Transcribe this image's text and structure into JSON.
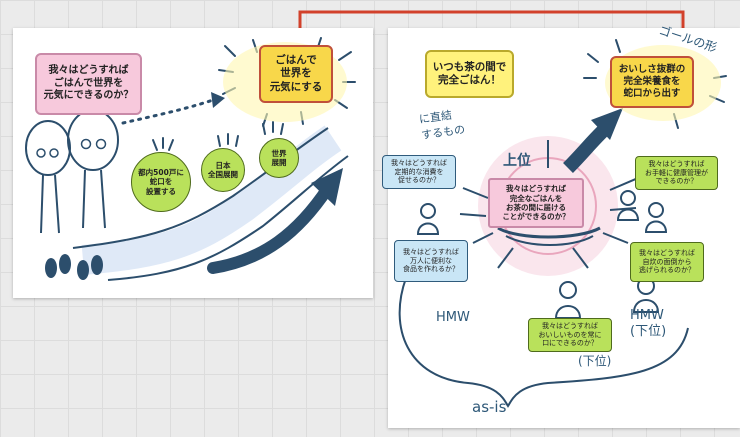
{
  "left_panel": {
    "question": "我々はどうすれば\nごはんで世界を\n元気にできるのか？",
    "goal": "ごはんで\n世界を\n元気にする",
    "steps": [
      "都内500戸に\n蛇口を\n設置する",
      "日本\n全国展開",
      "世界\n展開"
    ]
  },
  "right_panel": {
    "top_bubble": "いつも茶の間で\n完全ごはん！",
    "goal": "おいしさ抜群の\n完全栄養食を\n蛇口から出す",
    "goal_annotation": "ゴールの形",
    "direct_annotation": "に直結\nするもの",
    "upper_label": "上位",
    "center": "我々はどうすれば\n完全なごはんを\nお茶の間に届ける\nことができるのか？",
    "hmw_items": [
      "我々はどうすれば\n定期的な消費を\n促せるのか？",
      "我々はどうすれば\n万人に便利な\n食品を作れるか？",
      "我々はどうすれば\nお手軽に健康管理が\nできるのか？",
      "我々はどうすれば\n自炊の面倒から\n逃げられるのか？",
      "我々はどうすれば\nおいしいものを常に\n口にできるのか？"
    ],
    "hmw_label_left": "HMW",
    "hmw_label_right": "HMW\n(下位)",
    "lower_label": "(下位)",
    "as_is": "as-is"
  }
}
